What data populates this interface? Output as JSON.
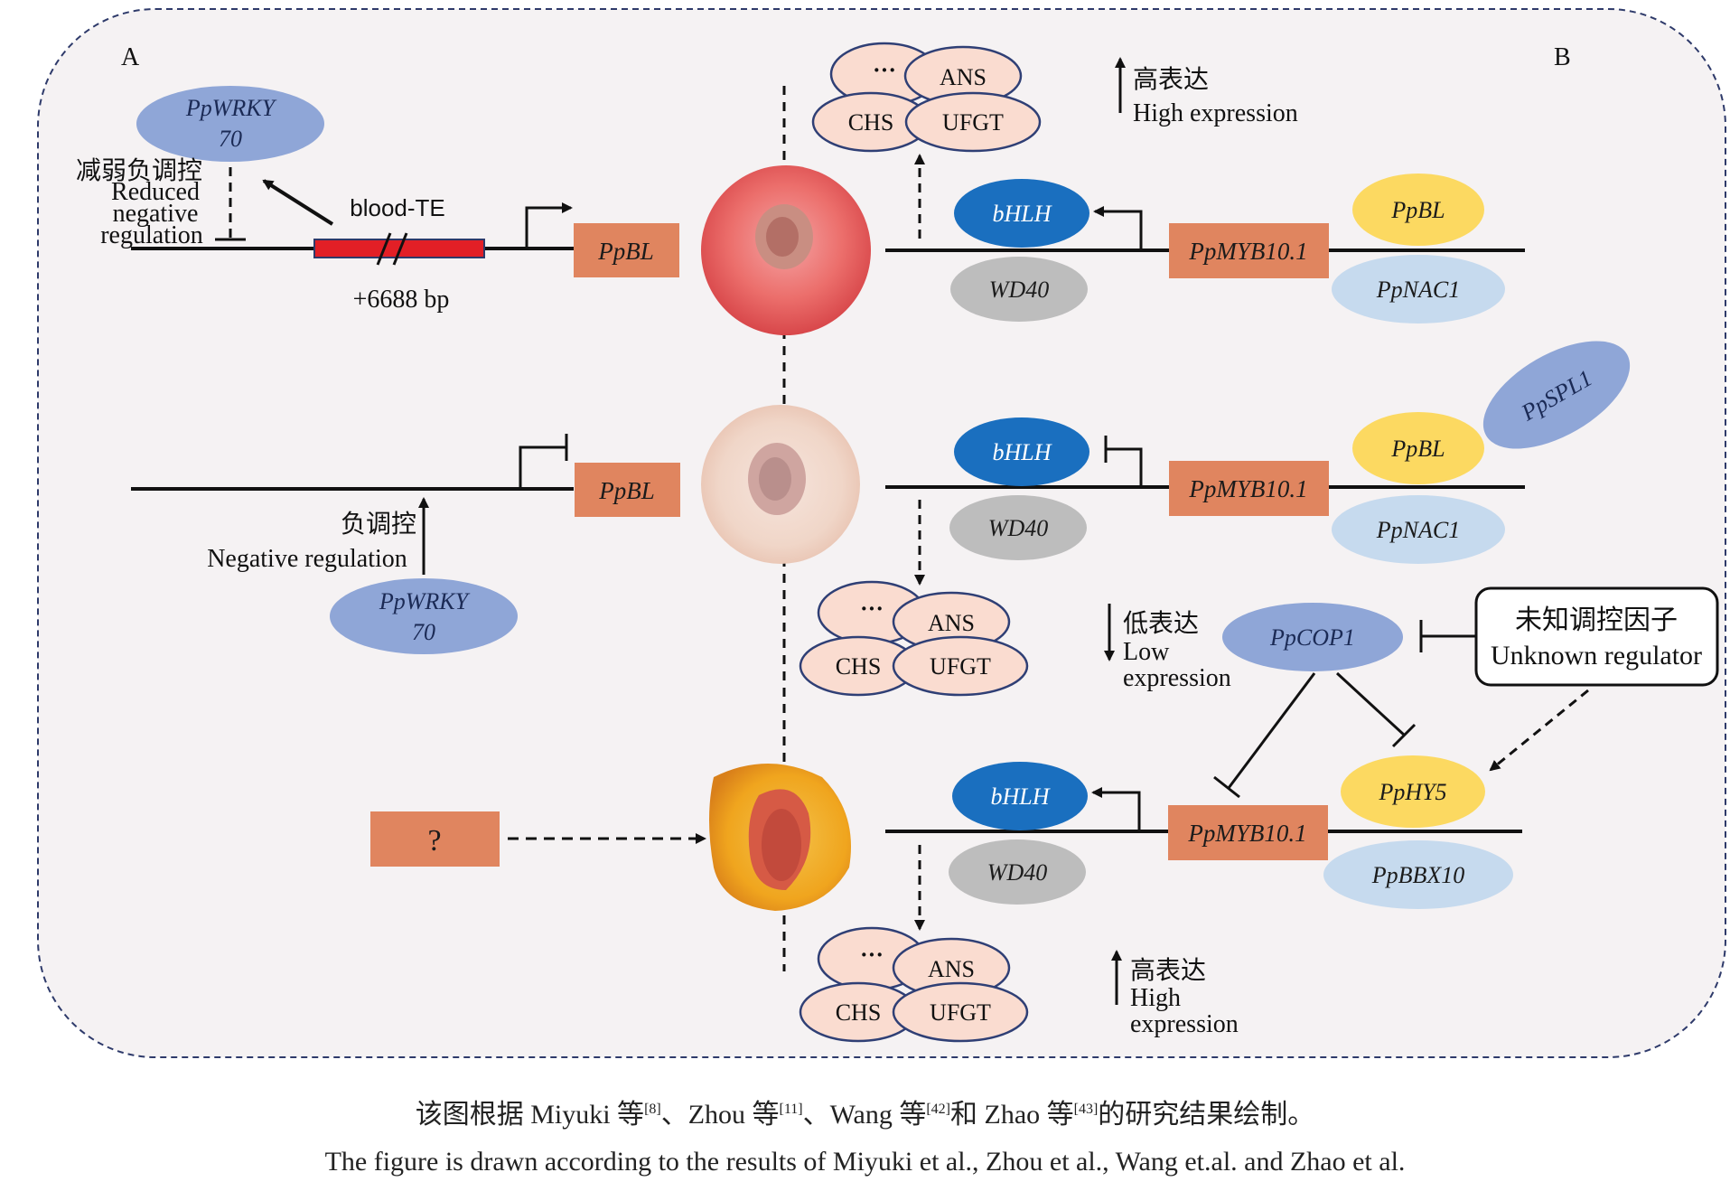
{
  "panels": {
    "a": "A",
    "b": "B"
  },
  "genes": {
    "ppbl": "PpBL",
    "ppwrky70_line1": "PpWRKY",
    "ppwrky70_line2": "70",
    "bhlh": "bHLH",
    "wd40": "WD40",
    "ppmyb10": "PpMYB10.1",
    "ppnac1": "PpNAC1",
    "ppspl1": "PpSPL1",
    "ppcop1": "PpCOP1",
    "pphy5": "PpHY5",
    "ppbbx10": "PpBBX10",
    "unknown_box": "?"
  },
  "enzymes": {
    "dots": "···",
    "ans": "ANS",
    "chs": "CHS",
    "ufgt": "UFGT"
  },
  "labels": {
    "reduced_cn": "减弱负调控",
    "reduced_en1": "Reduced",
    "reduced_en2": "negative",
    "reduced_en3": "regulation",
    "blood_te": "blood-TE",
    "position": "+6688 bp",
    "neg_cn": "负调控",
    "neg_en": "Negative regulation",
    "high_cn": "高表达",
    "high_en": "High expression",
    "high_en1": "High",
    "high_en2": "expression",
    "low_cn": "低表达",
    "low_en1": "Low",
    "low_en2": "expression",
    "unknown_cn": "未知调控因子",
    "unknown_en": "Unknown regulator"
  },
  "caption": {
    "cn_1": "该图根据 Miyuki 等",
    "ref_8": "[8]",
    "cn_2": "、Zhou 等",
    "ref_11": "[11]",
    "cn_3": "、Wang 等",
    "ref_42": "[42]",
    "cn_4": "和 Zhao 等",
    "ref_43": "[43]",
    "cn_5": "的研究结果绘制。",
    "en": "The figure is drawn according to the results of Miyuki et al., Zhou et al., Wang et.al. and Zhao et al."
  },
  "colors": {
    "background": "#f5f2f3",
    "frame": "#2e3a6a",
    "gene_box": "#e0855f",
    "wrky": "#8fa6d7",
    "bhlh": "#1a6fbf",
    "wd40": "#bdbdbd",
    "yellow": "#fcd961",
    "light_blue": "#c6daee",
    "enzyme_fill": "#fadcd0",
    "enzyme_stroke": "#2f3f75",
    "te_red": "#e21f26"
  }
}
